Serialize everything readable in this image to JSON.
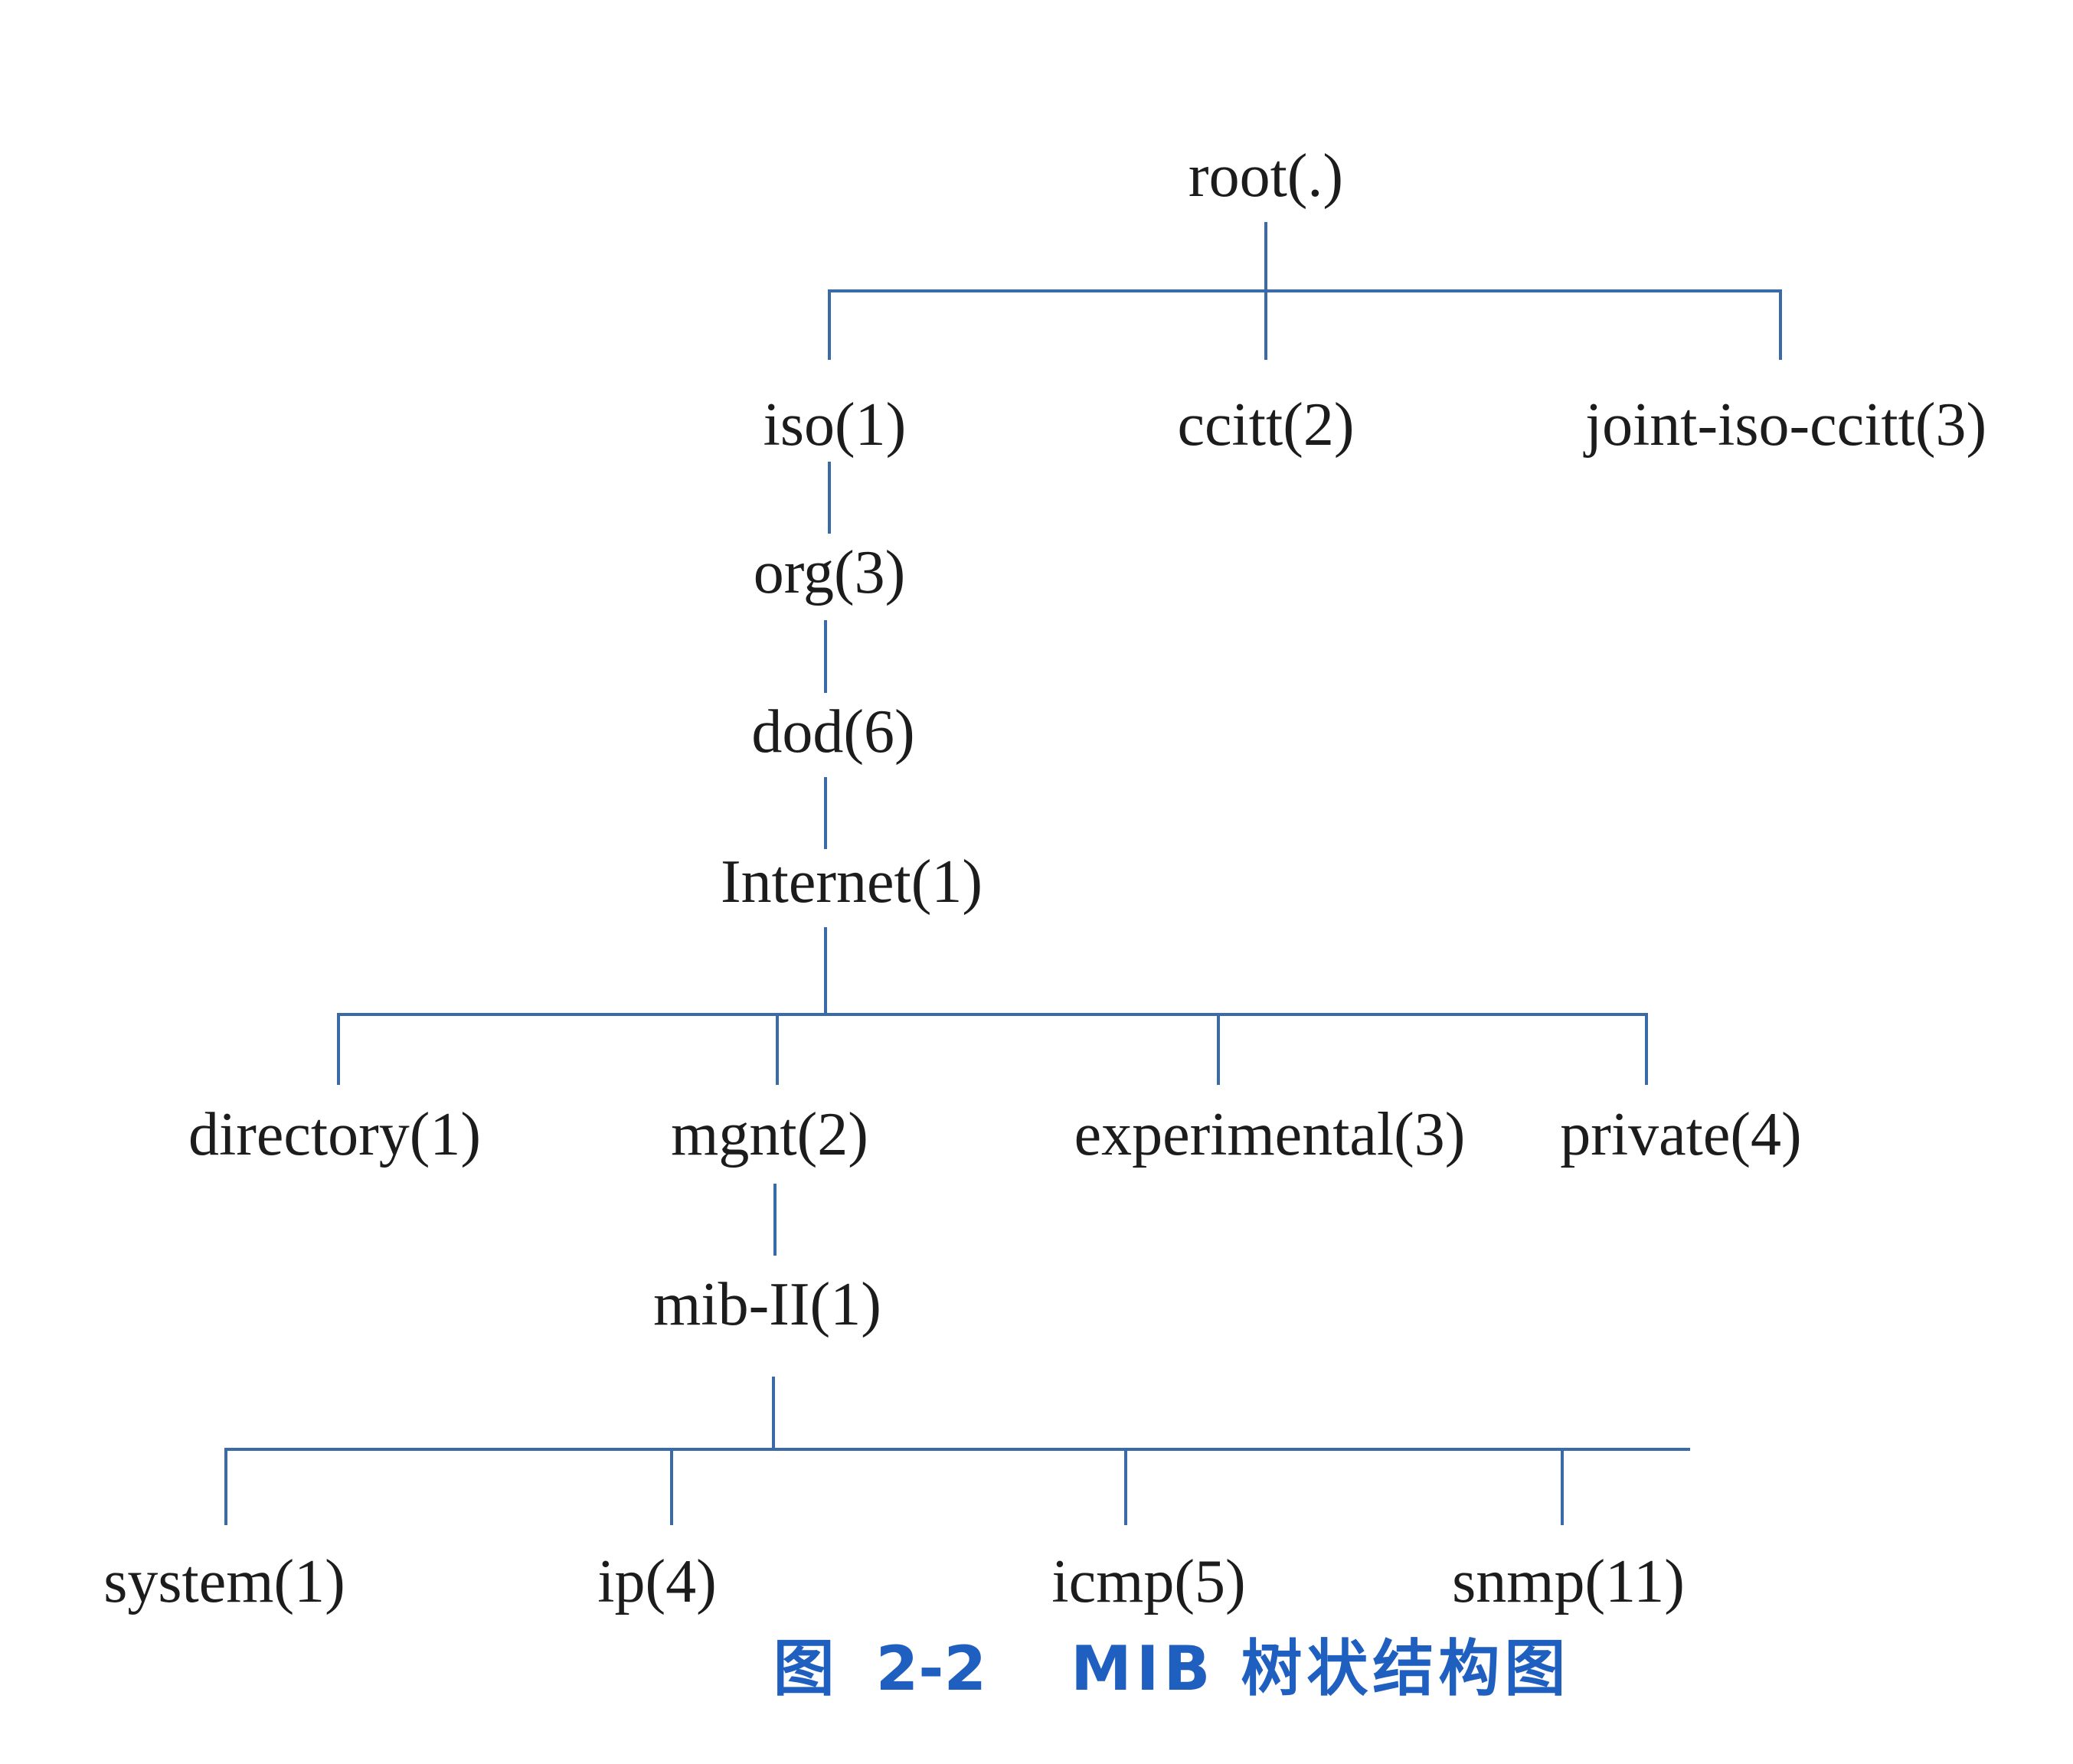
{
  "diagram": {
    "type": "tree",
    "nodes": [
      {
        "id": "root",
        "label": "root(.)",
        "parent": null
      },
      {
        "id": "iso",
        "label": "iso(1)",
        "parent": "root"
      },
      {
        "id": "ccitt",
        "label": "ccitt(2)",
        "parent": "root"
      },
      {
        "id": "joint",
        "label": "joint-iso-ccitt(3)",
        "parent": "root"
      },
      {
        "id": "org",
        "label": "org(3)",
        "parent": "iso"
      },
      {
        "id": "dod",
        "label": "dod(6)",
        "parent": "org"
      },
      {
        "id": "internet",
        "label": "Internet(1)",
        "parent": "dod"
      },
      {
        "id": "directory",
        "label": "directory(1)",
        "parent": "internet"
      },
      {
        "id": "mgnt",
        "label": "mgnt(2)",
        "parent": "internet"
      },
      {
        "id": "experimental",
        "label": "experimental(3)",
        "parent": "internet"
      },
      {
        "id": "private",
        "label": "private(4)",
        "parent": "internet"
      },
      {
        "id": "mib2",
        "label": "mib-II(1)",
        "parent": "mgnt"
      },
      {
        "id": "system",
        "label": "system(1)",
        "parent": "mib2"
      },
      {
        "id": "ip",
        "label": "ip(4)",
        "parent": "mib2"
      },
      {
        "id": "icmp",
        "label": "icmp(5)",
        "parent": "mib2"
      },
      {
        "id": "snmp",
        "label": "snmp(11)",
        "parent": "mib2"
      }
    ]
  },
  "caption": {
    "figure_label": "图",
    "figure_number": "2-2",
    "title": "MIB 树状结构图"
  },
  "colors": {
    "line": "#3a6aa8",
    "text": "#1c1c1c",
    "caption": "#1f5fbf"
  }
}
